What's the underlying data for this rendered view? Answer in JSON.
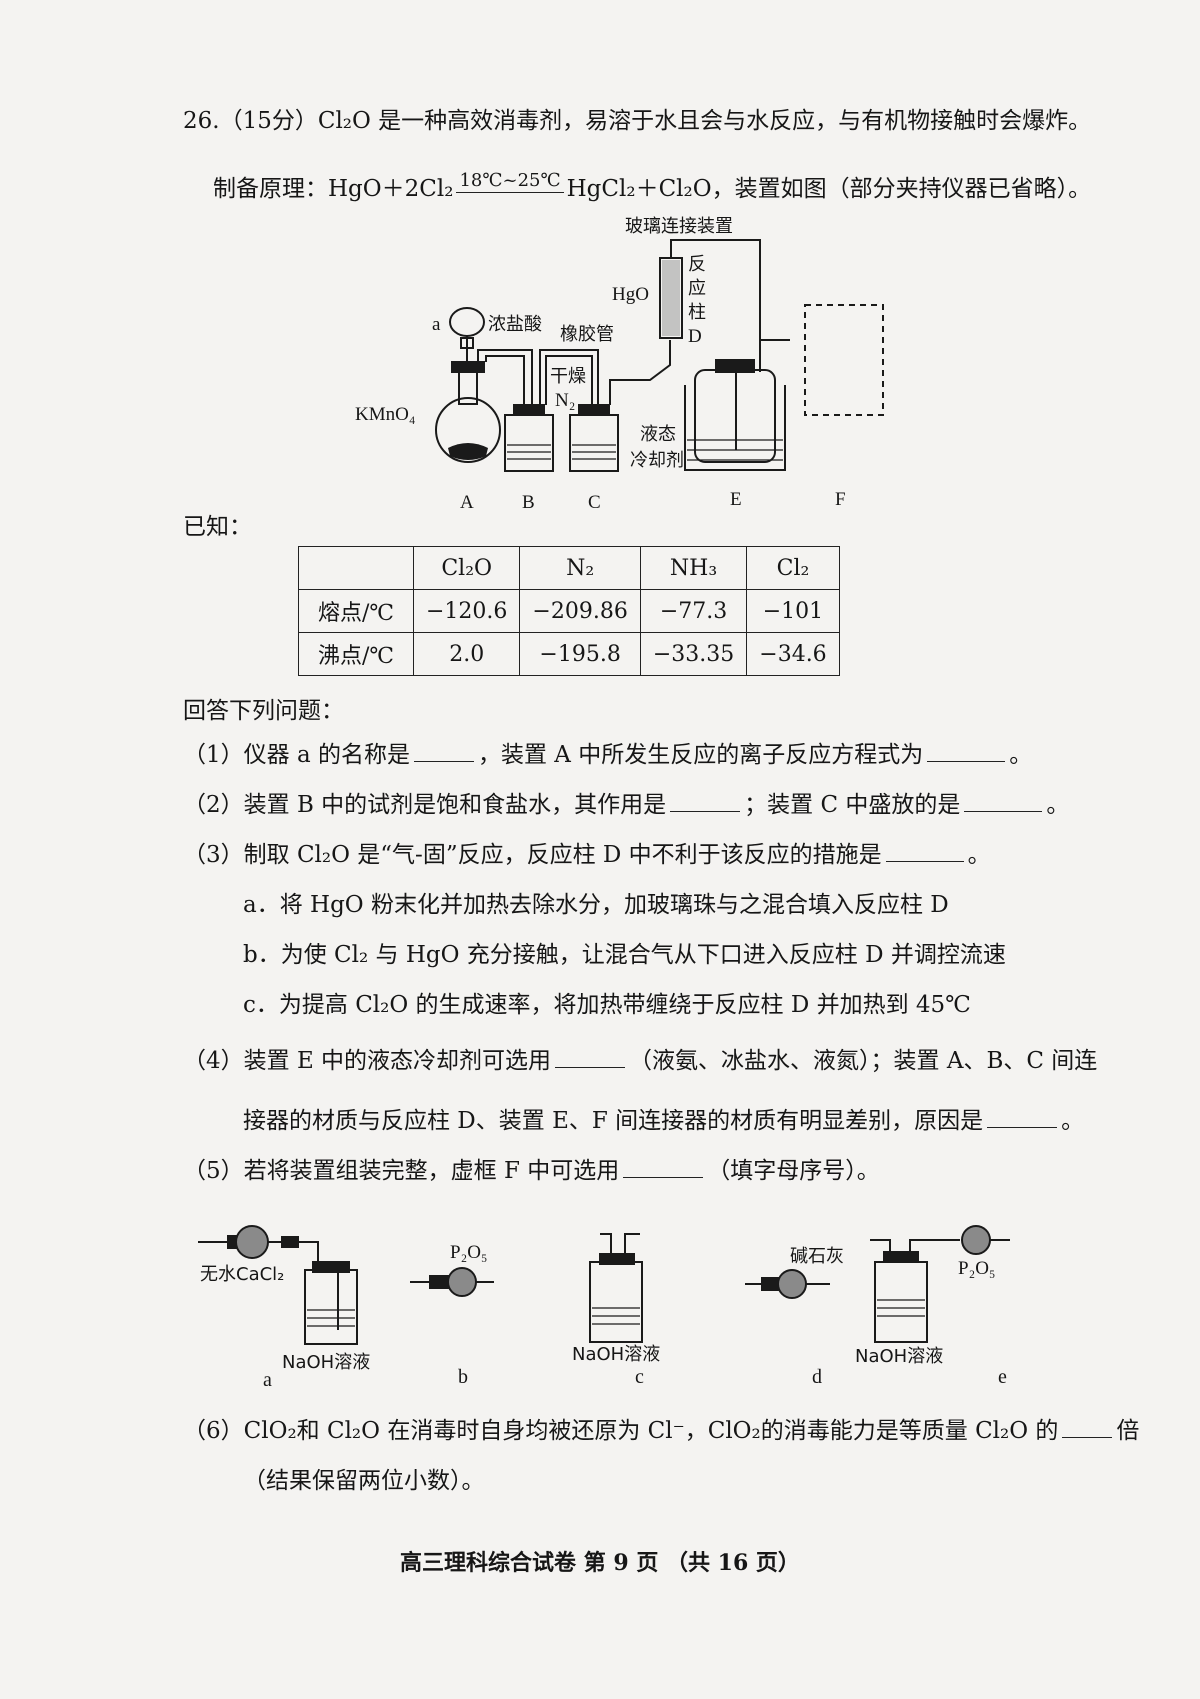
{
  "q26": {
    "intro": "26.（15分）Cl₂O 是一种高效消毒剂，易溶于水且会与水反应，与有机物接触时会爆炸。",
    "principle_prefix": "制备原理：HgO＋2Cl₂",
    "condition": "18℃~25℃",
    "principle_suffix": "HgCl₂＋Cl₂O，装置如图（部分夹持仪器已省略）。"
  },
  "apparatus": {
    "label_glass": "玻璃连接装置",
    "label_a": "a",
    "label_hcl": "浓盐酸",
    "label_rubber": "橡胶管",
    "label_hgo": "HgO",
    "label_column": [
      "反",
      "应",
      "柱",
      "D"
    ],
    "label_dry": "干燥",
    "label_n2": "N₂",
    "label_kmno4": "KMnO₄",
    "label_coolant1": "液态",
    "label_coolant2": "冷却剂",
    "letters": [
      "A",
      "B",
      "C",
      "E",
      "F"
    ]
  },
  "known_label": "已知：",
  "table": {
    "header": [
      "",
      "Cl₂O",
      "N₂",
      "NH₃",
      "Cl₂"
    ],
    "rows": [
      [
        "熔点/℃",
        "−120.6",
        "−209.86",
        "−77.3",
        "−101"
      ],
      [
        "沸点/℃",
        "2.0",
        "−195.8",
        "−33.35",
        "−34.6"
      ]
    ]
  },
  "answer_prompt": "回答下列问题：",
  "questions": {
    "q1a": "（1）仪器 a 的名称是",
    "q1b": "，装置 A 中所发生反应的离子反应方程式为",
    "q1c": "。",
    "q2a": "（2）装置 B 中的试剂是饱和食盐水，其作用是",
    "q2b": "；装置 C 中盛放的是",
    "q2c": "。",
    "q3a": "（3）制取 Cl₂O 是“气-固”反应，反应柱 D 中不利于该反应的措施是",
    "q3b": "。",
    "q3_opt_a": "a．将 HgO 粉末化并加热去除水分，加玻璃珠与之混合填入反应柱 D",
    "q3_opt_b": "b．为使 Cl₂ 与 HgO 充分接触，让混合气从下口进入反应柱 D 并调控流速",
    "q3_opt_c": "c．为提高 Cl₂O 的生成速率，将加热带缠绕于反应柱 D 并加热到 45℃",
    "q4a": "（4）装置 E 中的液态冷却剂可选用",
    "q4b": "（液氨、冰盐水、液氮）；装置 A、B、C 间连",
    "q4c": "接器的材质与反应柱 D、装置 E、F 间连接器的材质有明显差别，原因是",
    "q4d": "。",
    "q5a": "（5）若将装置组装完整，虚框 F 中可选用",
    "q5b": "（填字母序号）。",
    "q6a": "（6）ClO₂和 Cl₂O 在消毒时自身均被还原为 Cl⁻，ClO₂的消毒能力是等质量 Cl₂O 的",
    "q6b": "倍",
    "q6c": "（结果保留两位小数）。"
  },
  "options_fig": {
    "cacl2": "无水CaCl₂",
    "naoh": "NaOH溶液",
    "p2o5": "P₂O₅",
    "sodalime": "碱石灰",
    "letters": [
      "a",
      "b",
      "c",
      "d",
      "e"
    ]
  },
  "footer": "高三理科综合试卷 第 9 页 （共 16 页）"
}
